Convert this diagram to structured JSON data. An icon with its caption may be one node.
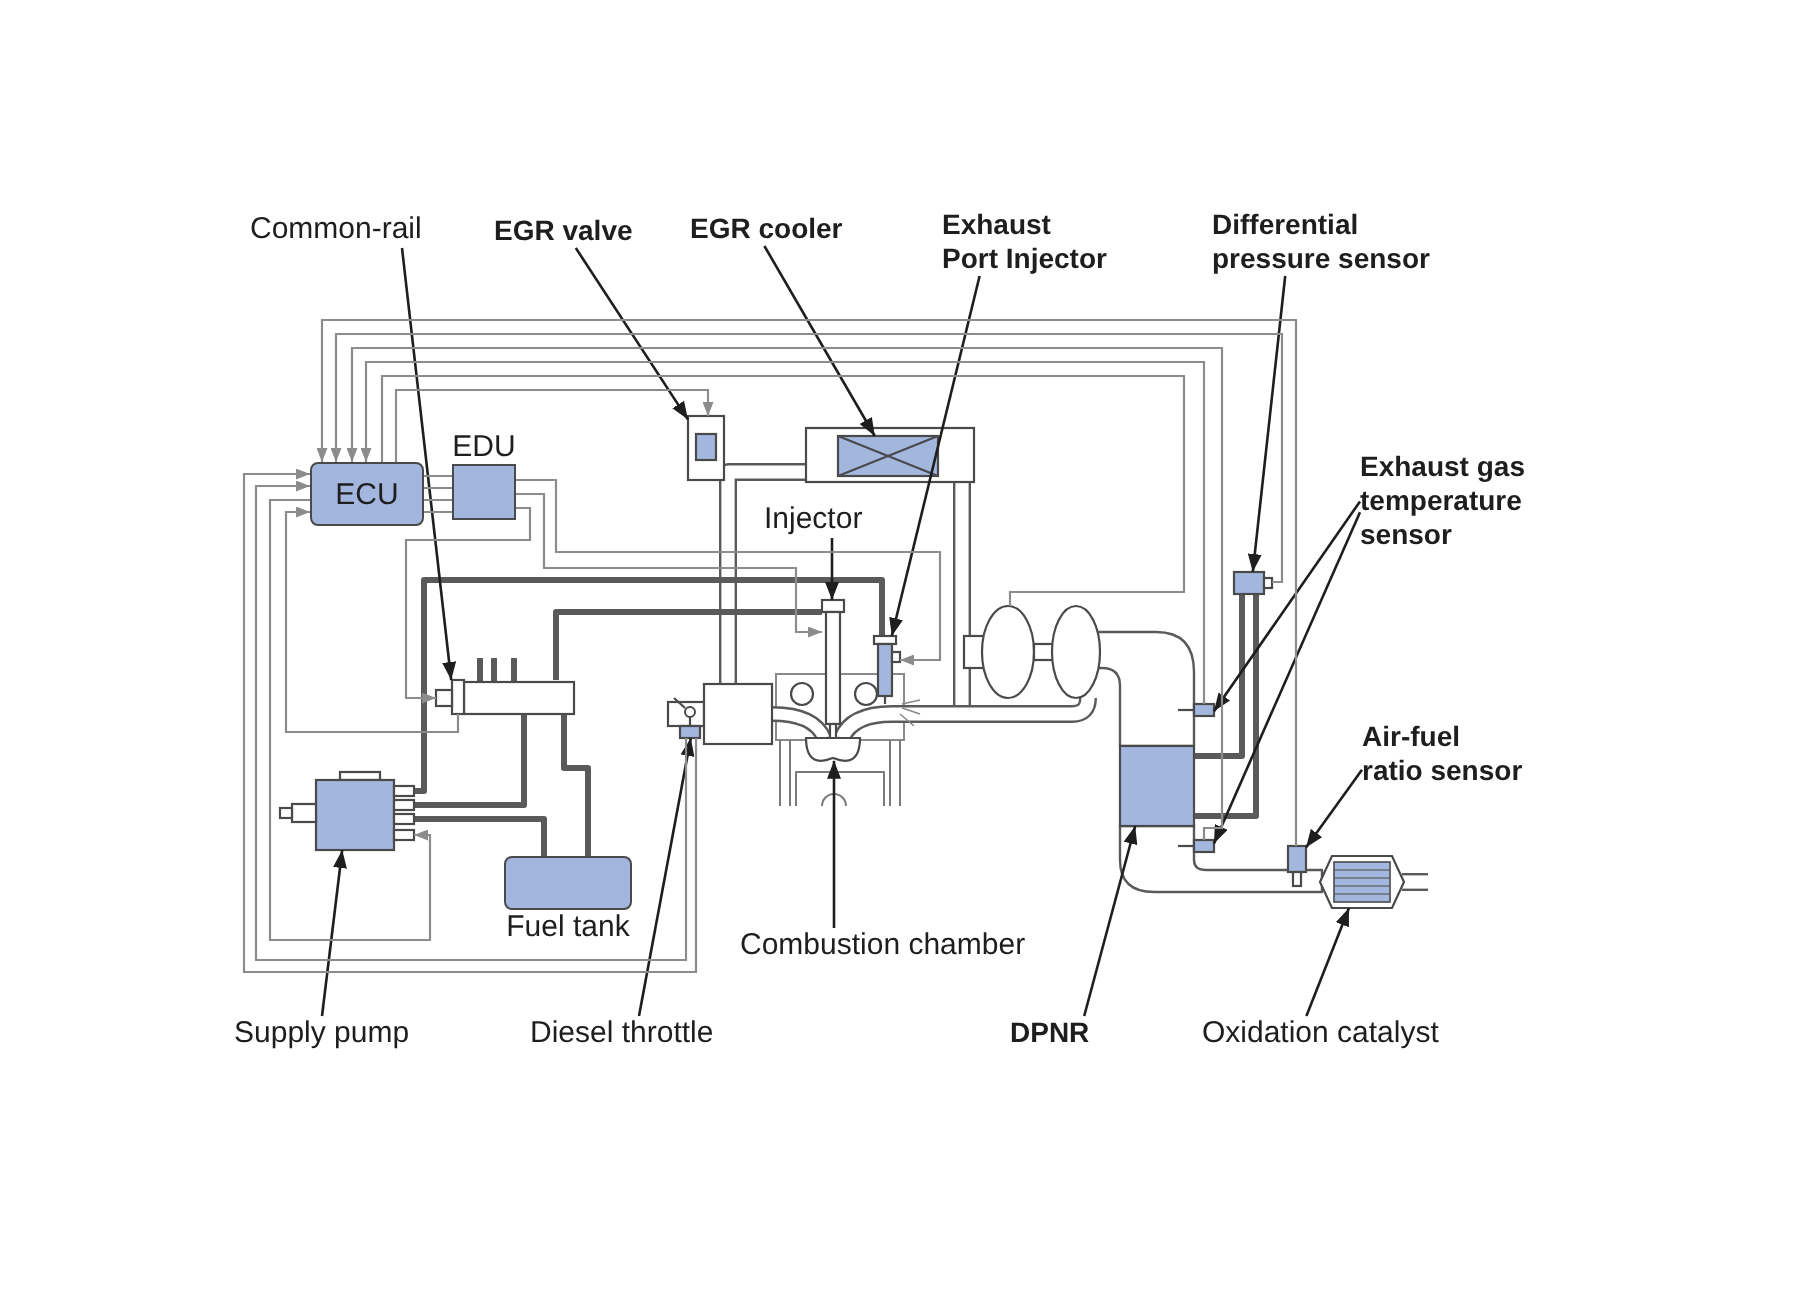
{
  "diagram": {
    "nodes": [
      {
        "text": [
          "Common-rail"
        ]
      },
      {
        "text": [
          "EGR valve"
        ]
      },
      {
        "text": [
          "EGR cooler"
        ]
      },
      {
        "text": [
          "Exhaust Port Injector"
        ]
      },
      {
        "text": [
          "Differential pressure sensor"
        ]
      },
      {
        "text": [
          "ECU"
        ]
      },
      {
        "text": [
          "EDU"
        ]
      },
      {
        "text": [
          "Exhaust gas temperature sensor"
        ]
      },
      {
        "text": [
          "Injector"
        ]
      },
      {
        "text": [
          "Air-fuel ratio sensor"
        ]
      },
      {
        "text": [
          "Fuel tank"
        ]
      },
      {
        "text": [
          "Combustion chamber"
        ]
      },
      {
        "text": [
          "Supply pump"
        ]
      },
      {
        "text": [
          "Diesel throttle"
        ]
      },
      {
        "text": [
          "DPNR"
        ]
      },
      {
        "text": [
          "Oxidation catalyst"
        ]
      },
      {
        "text": [],
        "shape": "box"
      },
      {
        "text": [],
        "shape": "box"
      },
      {
        "text": [],
        "shape": "box"
      },
      {
        "text": [],
        "shape": "picture"
      },
      {
        "text": [],
        "shape": "box"
      },
      {
        "text": [],
        "shape": "box"
      },
      {
        "text": [],
        "shape": "box"
      },
      {
        "text": [],
        "shape": "box"
      },
      {
        "text": [],
        "shape": "box"
      },
      {
        "text": [],
        "shape": "box"
      },
      {
        "text": [],
        "shape": "box"
      },
      {
        "text": [],
        "shape": "picture"
      },
      {
        "text": [],
        "shape": "box"
      },
      {
        "text": [],
        "shape": "picture"
      }
    ],
    "edges": [
      {
        "from": 0,
        "to": 16,
        "arrow": "to"
      },
      {
        "from": 1,
        "to": 17,
        "arrow": "to"
      },
      {
        "from": 2,
        "to": 18,
        "arrow": "to"
      },
      {
        "from": 3,
        "to": 19,
        "arrow": "to"
      },
      {
        "from": 4,
        "to": 20,
        "arrow": "to"
      },
      {
        "from": 7,
        "to": 21,
        "arrow": "to"
      },
      {
        "from": 7,
        "to": 22,
        "arrow": "to"
      },
      {
        "from": 8,
        "to": 23,
        "arrow": "to"
      },
      {
        "from": 9,
        "to": 24,
        "arrow": "to"
      },
      {
        "from": 12,
        "to": 25,
        "arrow": "to"
      },
      {
        "from": 13,
        "to": 26,
        "arrow": "to"
      },
      {
        "from": 11,
        "to": 27,
        "arrow": "to"
      },
      {
        "from": 14,
        "to": 28,
        "arrow": "to"
      },
      {
        "from": 15,
        "to": 29,
        "arrow": "to"
      },
      {
        "from": 5,
        "to": 6,
        "arrow": "none",
        "color": "#8c8c8c"
      },
      {
        "from": 24,
        "to": 5,
        "arrow": "to",
        "color": "#8c8c8c"
      },
      {
        "from": 20,
        "to": 5,
        "arrow": "to",
        "color": "#8c8c8c"
      },
      {
        "from": 21,
        "to": 5,
        "arrow": "to",
        "color": "#8c8c8c"
      },
      {
        "from": 22,
        "to": 5,
        "arrow": "to",
        "color": "#8c8c8c"
      },
      {
        "from": 5,
        "to": 17,
        "arrow": "to",
        "color": "#8c8c8c"
      },
      {
        "from": 5,
        "to": null,
        "arrow": "none",
        "color": "#8c8c8c"
      },
      {
        "from": 26,
        "to": 5,
        "arrow": "to",
        "color": "#8c8c8c"
      },
      {
        "from": 26,
        "to": 5,
        "arrow": "to",
        "color": "#8c8c8c"
      },
      {
        "from": 5,
        "to": 25,
        "arrow": "to",
        "color": "#8c8c8c"
      },
      {
        "from": 16,
        "to": 5,
        "arrow": "to",
        "color": "#8c8c8c"
      },
      {
        "from": 6,
        "to": 16,
        "arrow": "to",
        "color": "#8c8c8c"
      },
      {
        "from": 6,
        "to": 23,
        "arrow": "to",
        "color": "#8c8c8c"
      },
      {
        "from": 6,
        "to": 19,
        "arrow": "to",
        "color": "#8c8c8c"
      },
      {
        "from": 25,
        "to": 19,
        "arrow": "none",
        "style": "thick",
        "color": "#5a5a5a"
      },
      {
        "from": 16,
        "to": 23,
        "arrow": "none",
        "style": "thick",
        "color": "#5a5a5a"
      },
      {
        "from": 25,
        "to": 16,
        "arrow": "none",
        "style": "thick",
        "color": "#5a5a5a"
      },
      {
        "from": 10,
        "to": 25,
        "arrow": "none",
        "style": "thick",
        "color": "#5a5a5a"
      },
      {
        "from": 16,
        "to": 10,
        "arrow": "none",
        "style": "thick",
        "color": "#5a5a5a"
      },
      {
        "from": 20,
        "to": 28,
        "arrow": "none",
        "style": "thick",
        "color": "#5a5a5a"
      },
      {
        "from": 20,
        "to": 28,
        "arrow": "none",
        "style": "thick",
        "color": "#5a5a5a"
      }
    ]
  }
}
